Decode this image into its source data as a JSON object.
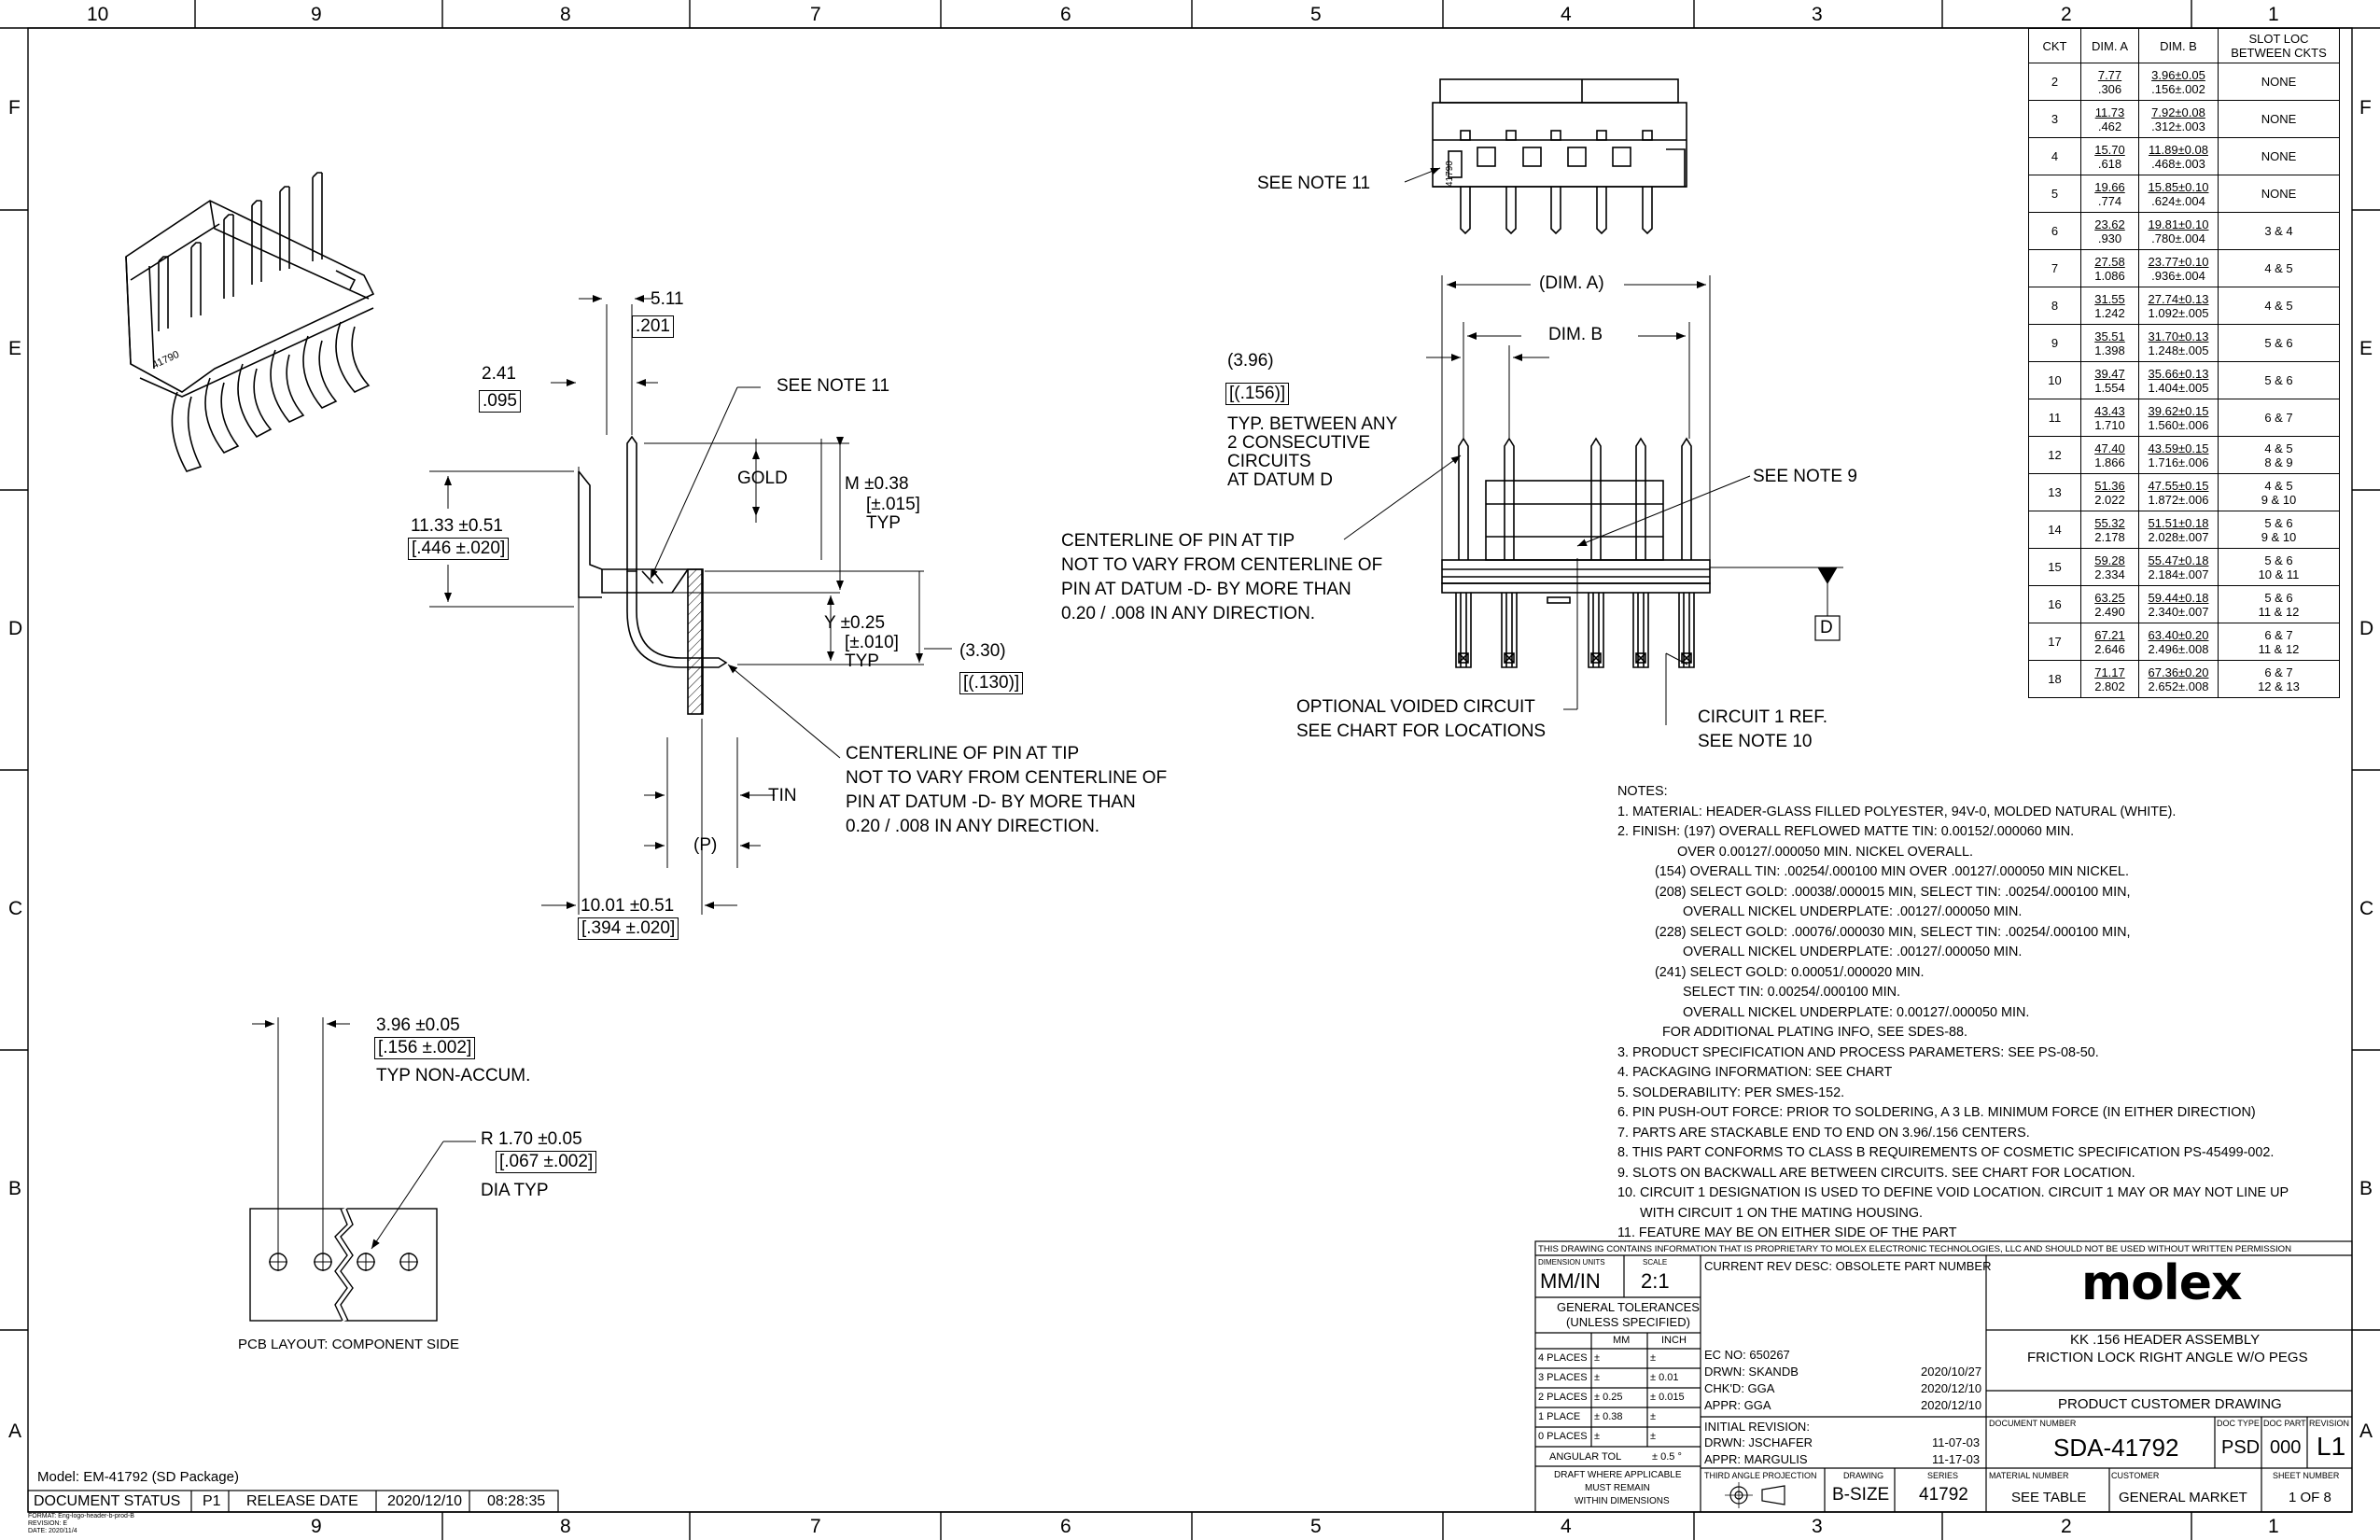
{
  "zones": {
    "top": [
      "10",
      "9",
      "8",
      "7",
      "6",
      "5",
      "4",
      "3",
      "2",
      "1"
    ],
    "bottom": [
      "9",
      "8",
      "7",
      "6",
      "5",
      "4",
      "3",
      "2",
      "1"
    ],
    "left": [
      "F",
      "E",
      "D",
      "C",
      "B",
      "A"
    ],
    "right": [
      "F",
      "E",
      "D",
      "C",
      "B",
      "A"
    ]
  },
  "side_view": {
    "d511": "5.11",
    "d201": ".201",
    "d241": "2.41",
    "d095": ".095",
    "see_note_11": "SEE NOTE 11",
    "gold": "GOLD",
    "m_l1": "M ±0.38",
    "m_l2": "[±.015]",
    "m_l3": "TYP",
    "d1133": "11.33 ±0.51",
    "d446": "[.446 ±.020]",
    "y_l1": "Y ±0.25",
    "y_l2": "[±.010]",
    "y_l3": "TYP",
    "d330": "(3.30)",
    "d130": "[(.130)]",
    "tin": "TIN",
    "p": "(P)",
    "d1001": "10.01 ±0.51",
    "d394": "[.394 ±.020]",
    "cl2_1": "CENTERLINE OF PIN AT TIP",
    "cl2_2": "NOT TO VARY FROM CENTERLINE OF",
    "cl2_3": "PIN AT DATUM -D- BY MORE THAN",
    "cl2_4": "0.20 / .008 IN ANY DIRECTION."
  },
  "front_view": {
    "see_note_11": "SEE NOTE 11",
    "part_mark": "41790",
    "dim_a": "(DIM. A)",
    "dim_b": "DIM. B",
    "d396": "(3.96)",
    "d156": "[(.156)]",
    "typ1": "TYP. BETWEEN ANY",
    "typ2": "2 CONSECUTIVE",
    "typ3": "CIRCUITS",
    "typ4": "AT DATUM D",
    "see_note_9": "SEE NOTE 9",
    "cl_1": "CENTERLINE OF PIN AT TIP",
    "cl_2": "NOT TO VARY FROM CENTERLINE OF",
    "cl_3": "PIN AT DATUM -D- BY MORE THAN",
    "cl_4": "0.20 / .008 IN ANY DIRECTION.",
    "datum": "D",
    "opt1": "OPTIONAL VOIDED CIRCUIT",
    "opt2": "SEE CHART FOR LOCATIONS",
    "c1_1": "CIRCUIT 1 REF.",
    "c1_2": "SEE NOTE 10"
  },
  "pcb": {
    "d396": "3.96 ±0.05",
    "d156": "[.156 ±.002]",
    "typ": "TYP NON-ACCUM.",
    "r170": "R 1.70 ±0.05",
    "d067": "[.067 ±.002]",
    "dia": "DIA TYP",
    "caption": "PCB LAYOUT: COMPONENT SIDE"
  },
  "chart_data": {
    "type": "table",
    "columns": [
      "CKT",
      "DIM. A",
      "DIM. B",
      "SLOT LOC BETWEEN CKTS"
    ],
    "rows": [
      {
        "ckt": "2",
        "a_mm": "7.77",
        "a_in": ".306",
        "b_mm": "3.96±0.05",
        "b_in": ".156±.002",
        "slot": "NONE",
        "slot2": ""
      },
      {
        "ckt": "3",
        "a_mm": "11.73",
        "a_in": ".462",
        "b_mm": "7.92±0.08",
        "b_in": ".312±.003",
        "slot": "NONE",
        "slot2": ""
      },
      {
        "ckt": "4",
        "a_mm": "15.70",
        "a_in": ".618",
        "b_mm": "11.89±0.08",
        "b_in": ".468±.003",
        "slot": "NONE",
        "slot2": ""
      },
      {
        "ckt": "5",
        "a_mm": "19.66",
        "a_in": ".774",
        "b_mm": "15.85±0.10",
        "b_in": ".624±.004",
        "slot": "NONE",
        "slot2": ""
      },
      {
        "ckt": "6",
        "a_mm": "23.62",
        "a_in": ".930",
        "b_mm": "19.81±0.10",
        "b_in": ".780±.004",
        "slot": "3 & 4",
        "slot2": ""
      },
      {
        "ckt": "7",
        "a_mm": "27.58",
        "a_in": "1.086",
        "b_mm": "23.77±0.10",
        "b_in": ".936±.004",
        "slot": "4 & 5",
        "slot2": ""
      },
      {
        "ckt": "8",
        "a_mm": "31.55",
        "a_in": "1.242",
        "b_mm": "27.74±0.13",
        "b_in": "1.092±.005",
        "slot": "4 & 5",
        "slot2": ""
      },
      {
        "ckt": "9",
        "a_mm": "35.51",
        "a_in": "1.398",
        "b_mm": "31.70±0.13",
        "b_in": "1.248±.005",
        "slot": "5 & 6",
        "slot2": ""
      },
      {
        "ckt": "10",
        "a_mm": "39.47",
        "a_in": "1.554",
        "b_mm": "35.66±0.13",
        "b_in": "1.404±.005",
        "slot": "5 & 6",
        "slot2": ""
      },
      {
        "ckt": "11",
        "a_mm": "43.43",
        "a_in": "1.710",
        "b_mm": "39.62±0.15",
        "b_in": "1.560±.006",
        "slot": "6 & 7",
        "slot2": ""
      },
      {
        "ckt": "12",
        "a_mm": "47.40",
        "a_in": "1.866",
        "b_mm": "43.59±0.15",
        "b_in": "1.716±.006",
        "slot": "4 & 5",
        "slot2": "8 & 9"
      },
      {
        "ckt": "13",
        "a_mm": "51.36",
        "a_in": "2.022",
        "b_mm": "47.55±0.15",
        "b_in": "1.872±.006",
        "slot": "4 & 5",
        "slot2": "9 & 10"
      },
      {
        "ckt": "14",
        "a_mm": "55.32",
        "a_in": "2.178",
        "b_mm": "51.51±0.18",
        "b_in": "2.028±.007",
        "slot": "5 & 6",
        "slot2": "9 & 10"
      },
      {
        "ckt": "15",
        "a_mm": "59.28",
        "a_in": "2.334",
        "b_mm": "55.47±0.18",
        "b_in": "2.184±.007",
        "slot": "5 & 6",
        "slot2": "10 & 11"
      },
      {
        "ckt": "16",
        "a_mm": "63.25",
        "a_in": "2.490",
        "b_mm": "59.44±0.18",
        "b_in": "2.340±.007",
        "slot": "5 & 6",
        "slot2": "11 & 12"
      },
      {
        "ckt": "17",
        "a_mm": "67.21",
        "a_in": "2.646",
        "b_mm": "63.40±0.20",
        "b_in": "2.496±.008",
        "slot": "6 & 7",
        "slot2": "11 & 12"
      },
      {
        "ckt": "18",
        "a_mm": "71.17",
        "a_in": "2.802",
        "b_mm": "67.36±0.20",
        "b_in": "2.652±.008",
        "slot": "6 & 7",
        "slot2": "12 & 13"
      }
    ]
  },
  "table_head": {
    "ckt": "CKT",
    "dim_a": "DIM. A",
    "dim_b": "DIM. B",
    "slot1": "SLOT LOC",
    "slot2": "BETWEEN CKTS"
  },
  "notes": [
    "NOTES:",
    "1. MATERIAL: HEADER-GLASS FILLED POLYESTER, 94V-0, MOLDED NATURAL (WHITE).",
    "2. FINISH: (197) OVERALL REFLOWED MATTE TIN: 0.00152/.000060 MIN.",
    "OVER 0.00127/.000050 MIN. NICKEL OVERALL.",
    "(154) OVERALL TIN: .00254/.000100 MIN OVER .00127/.000050 MIN NICKEL.",
    "(208) SELECT GOLD: .00038/.000015 MIN, SELECT TIN: .00254/.000100 MIN,",
    "OVERALL NICKEL UNDERPLATE: .00127/.000050 MIN.",
    "(228) SELECT GOLD: .00076/.000030 MIN, SELECT TIN: .00254/.000100 MIN,",
    "OVERALL NICKEL UNDERPLATE:  .00127/.000050 MIN.",
    "(241) SELECT GOLD: 0.00051/.000020 MIN.",
    "SELECT TIN: 0.00254/.000100 MIN.",
    "OVERALL NICKEL UNDERPLATE: 0.00127/.000050 MIN.",
    "FOR ADDITIONAL PLATING INFO, SEE SDES-88.",
    "3. PRODUCT SPECIFICATION AND PROCESS PARAMETERS: SEE PS-08-50.",
    "4. PACKAGING INFORMATION: SEE CHART",
    "5. SOLDERABILITY: PER SMES-152.",
    "6. PIN PUSH-OUT FORCE: PRIOR TO SOLDERING, A 3 LB. MINIMUM FORCE (IN EITHER DIRECTION)",
    "7. PARTS ARE STACKABLE END TO END ON 3.96/.156 CENTERS.",
    "8. THIS PART CONFORMS TO CLASS B REQUIREMENTS OF COSMETIC SPECIFICATION PS-45499-002.",
    "9. SLOTS ON BACKWALL ARE BETWEEN CIRCUITS. SEE CHART FOR LOCATION.",
    "10. CIRCUIT 1 DESIGNATION IS USED TO DEFINE VOID LOCATION.  CIRCUIT 1 MAY OR MAY NOT LINE UP",
    "WITH CIRCUIT 1 ON THE MATING HOUSING.",
    "11. FEATURE MAY BE ON EITHER SIDE OF THE PART"
  ],
  "title_block": {
    "proprietary": "THIS DRAWING CONTAINS INFORMATION THAT IS PROPRIETARY TO MOLEX ELECTRONIC TECHNOLOGIES, LLC AND SHOULD NOT BE USED WITHOUT WRITTEN PERMISSION",
    "dim_units_label": "DIMENSION UNITS",
    "scale_label": "SCALE",
    "dim_units": "MM/IN",
    "scale": "2:1",
    "gen_tol": "GENERAL TOLERANCES",
    "unless": "(UNLESS SPECIFIED)",
    "mm": "MM",
    "inch": "INCH",
    "tol_rows": [
      {
        "label": "4 PLACES",
        "mm": "±",
        "in": "±"
      },
      {
        "label": "3 PLACES",
        "mm": "±",
        "in": "± 0.01"
      },
      {
        "label": "2 PLACES",
        "mm": "± 0.25",
        "in": "± 0.015"
      },
      {
        "label": "1 PLACE",
        "mm": "± 0.38",
        "in": "±"
      },
      {
        "label": "0 PLACES",
        "mm": "±",
        "in": "±"
      }
    ],
    "angular_label": "ANGULAR TOL",
    "angular_val": "± 0.5 °",
    "draft1": "DRAFT WHERE APPLICABLE",
    "draft2": "MUST REMAIN",
    "draft3": "WITHIN DIMENSIONS",
    "current_rev": "CURRENT REV DESC: OBSOLETE PART NUMBER",
    "ec_no": "EC NO:  650267",
    "drwn": "DRWN:  SKANDB",
    "drwn_date": "2020/10/27",
    "chkd": "CHK'D:  GGA",
    "chkd_date": "2020/12/10",
    "appr": "APPR:  GGA",
    "appr_date": "2020/12/10",
    "initial_rev": "INITIAL REVISION:",
    "drwn2": "DRWN:  JSCHAFER",
    "drwn2_date": "11-07-03",
    "appr2": "APPR:  MARGULIS",
    "appr2_date": "11-17-03",
    "third_angle": "THIRD ANGLE PROJECTION",
    "drawing_label": "DRAWING",
    "drawing_size": "B-SIZE",
    "series_label": "SERIES",
    "series": "41792",
    "logo": "molex",
    "desc1": "KK .156 HEADER ASSEMBLY",
    "desc2": "FRICTION LOCK RIGHT ANGLE W/O PEGS",
    "product_cust": "PRODUCT CUSTOMER DRAWING",
    "doc_num_label": "DOCUMENT NUMBER",
    "doc_type_label": "DOC TYPE",
    "doc_part_label": "DOC PART",
    "revision_label": "REVISION",
    "doc_num": "SDA-41792",
    "doc_type": "PSD",
    "doc_part": "000",
    "revision": "L1",
    "material_label": "MATERIAL NUMBER",
    "customer_label": "CUSTOMER",
    "sheet_label": "SHEET NUMBER",
    "material": "SEE TABLE",
    "customer": "GENERAL MARKET",
    "sheet": "1 OF 8"
  },
  "status": {
    "model": "Model: EM-41792 (SD Package)",
    "doc_status": "DOCUMENT STATUS",
    "status_val": "P1",
    "release_label": "RELEASE DATE",
    "release_date": "2020/12/10",
    "release_time": "08:28:35",
    "format": "FORMAT: Eng-logo-header-b-prod-B",
    "revision": "REVISION: E",
    "date": "DATE: 2020/11/4"
  }
}
